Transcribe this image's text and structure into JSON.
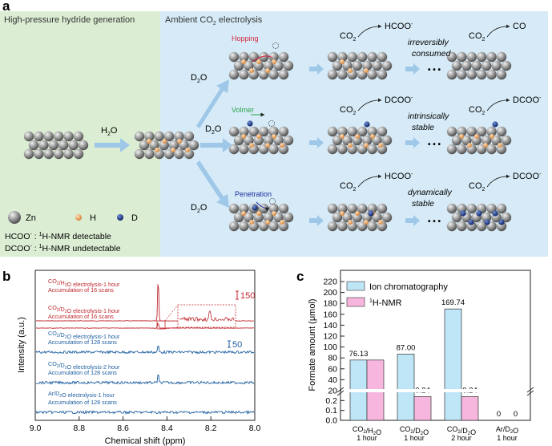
{
  "panel_a": {
    "letter": "a",
    "left_title": "High-pressure hydride generation",
    "right_title_prefix": "Ambient CO",
    "right_title_sub": "2",
    "right_title_suffix": " electrolysis",
    "h2o_label": "H",
    "h2o_sub": "2",
    "h2o_end": "O",
    "d2o_label": "D",
    "d2o_sub": "2",
    "d2o_end": "O",
    "mechanisms": [
      "Hopping",
      "Volmer",
      "Penetration"
    ],
    "mechanism_colors": [
      "#d6283f",
      "#2aa34a",
      "#1b2d9e"
    ],
    "co2_label": "CO",
    "co2_sub": "2",
    "rows": [
      {
        "product_mid": "HCOO",
        "product_mid_sup": "-",
        "note_line1": "irreversibly",
        "note_line2": "consumed",
        "product_end": "CO",
        "product_end_sup": ""
      },
      {
        "product_mid": "DCOO",
        "product_mid_sup": "-",
        "note_line1": "intrinsically",
        "note_line2": "stable",
        "product_end": "DCOO",
        "product_end_sup": "-"
      },
      {
        "product_mid": "HCOO",
        "product_mid_sup": "-",
        "note_line1": "dynamically",
        "note_line2": "stable",
        "product_end": "DCOO",
        "product_end_sup": "-"
      }
    ],
    "ellipsis": "• • •",
    "legend": {
      "zn": "Zn",
      "h": "H",
      "d": "D",
      "line1_a": "HCOO",
      "line1_sup": "-",
      "line1_b": " : ",
      "line1_sup2": "1",
      "line1_c": "H-NMR detectable",
      "line2_a": "DCOO",
      "line2_sup": "-",
      "line2_b": " : ",
      "line2_sup2": "1",
      "line2_c": "H-NMR undetectable"
    },
    "colors": {
      "left_bg": "#dbeed3",
      "right_bg": "#d6ebf7",
      "arrow": "#9ec7e8",
      "zn": "#8c8c8c",
      "h": "#e9a35f",
      "d": "#1d3a8a"
    }
  },
  "panel_b": {
    "letter": "b",
    "ylabel": "Intensity (a.u.)",
    "xlabel": "Chemical shift (ppm)",
    "scale1": "150",
    "scale2": "50",
    "traces": [
      {
        "line1": "CO2/H2O electrolysis-1 hour",
        "line2": "Accumulation of 16 scans",
        "color": "#c0272d"
      },
      {
        "line1": "CO2/D2O electrolysis-1 hour",
        "line2": "Accumulation of 16 scans",
        "color": "#c0272d"
      },
      {
        "line1": "CO2/D2O electrolysis-1 hour",
        "line2": "Accumulation of 128 scans",
        "color": "#1f5fa0"
      },
      {
        "line1": "CO2/D2O electrolysis-2 hour",
        "line2": "Accumulation of 128 scans",
        "color": "#1f5fa0"
      },
      {
        "line1": "Ar/D2O electrolysis-1 hour",
        "line2": "Accumulation of 128 scans",
        "color": "#1f5fa0"
      }
    ]
  },
  "panel_c": {
    "letter": "c",
    "ylabel": "Formate amount (μmol)",
    "legend": [
      "Ion chromatography",
      "1H-NMR"
    ],
    "categories": [
      {
        "line1": "CO2/H2O",
        "line2": "1 hour"
      },
      {
        "line1": "CO2/D2O",
        "line2": "1 hour"
      },
      {
        "line1": "CO2/D2O",
        "line2": "2 hour"
      },
      {
        "line1": "Ar/D2O",
        "line2": "1 hour"
      }
    ],
    "bar_labels": [
      "76.13",
      "",
      "87.00",
      "0.24",
      "169.74",
      "0.24",
      "0",
      "0"
    ],
    "yticks_upper": [
      "20",
      "40",
      "60",
      "80",
      "100",
      "120",
      "140",
      "160",
      "180",
      "200",
      "220"
    ],
    "yticks_lower": [
      "0.0",
      "0.1",
      "0.2"
    ],
    "colors": {
      "ic": "#bfe6f7",
      "nmr": "#f6b6dd"
    }
  },
  "chart_data": [
    {
      "type": "line",
      "title": "",
      "xlabel": "Chemical shift (ppm)",
      "ylabel": "Intensity (a.u.)",
      "xlim": [
        9.0,
        8.0
      ],
      "x_ticks": [
        "9.0",
        "8.8",
        "8.6",
        "8.4",
        "8.2",
        "8.0"
      ],
      "series": [
        {
          "name": "CO2/H2O electrolysis-1 hour, Accumulation of 16 scans",
          "peak_ppm": 8.44,
          "peak_relative_height": 1.0
        },
        {
          "name": "CO2/D2O electrolysis-1 hour, Accumulation of 16 scans",
          "peak_ppm": 8.44,
          "peak_relative_height": 0.1
        },
        {
          "name": "CO2/D2O electrolysis-1 hour, Accumulation of 128 scans",
          "peak_ppm": 8.44,
          "peak_relative_height": 0.35
        },
        {
          "name": "CO2/D2O electrolysis-2 hour, Accumulation of 128 scans",
          "peak_ppm": 8.44,
          "peak_relative_height": 0.4
        },
        {
          "name": "Ar/D2O electrolysis-1 hour, Accumulation of 128 scans",
          "peak_ppm": 8.44,
          "peak_relative_height": 0.0
        }
      ]
    },
    {
      "type": "bar",
      "title": "",
      "ylabel": "Formate amount (μmol)",
      "categories": [
        "CO2/H2O 1 hour",
        "CO2/D2O 1 hour",
        "CO2/D2O 2 hour",
        "Ar/D2O 1 hour"
      ],
      "series": [
        {
          "name": "Ion chromatography",
          "values": [
            76.13,
            87.0,
            169.74,
            0
          ]
        },
        {
          "name": "1H-NMR",
          "values": [
            76.13,
            0.24,
            0.24,
            0
          ]
        }
      ],
      "ylim_lower": [
        0,
        0.3
      ],
      "ylim_upper": [
        0,
        220
      ],
      "broken_axis": true
    }
  ]
}
